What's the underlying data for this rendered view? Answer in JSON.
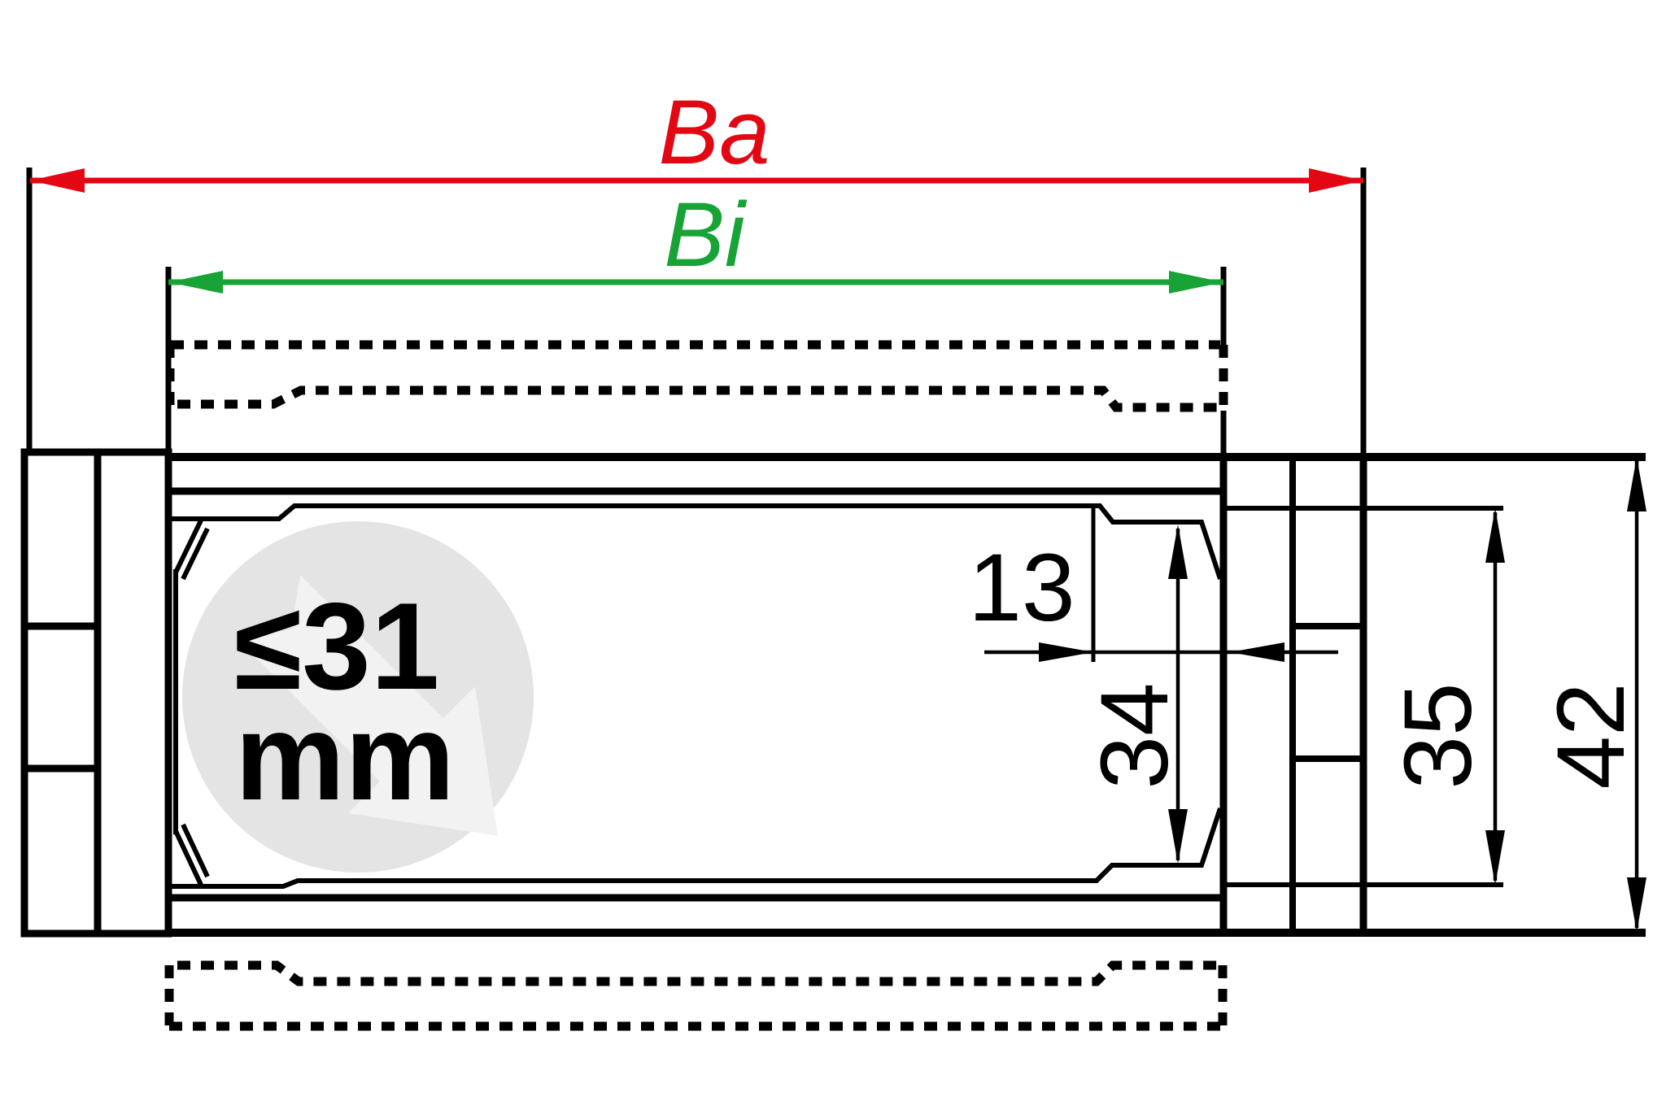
{
  "drawing": {
    "kind": "cable-carrier cross-section",
    "dimensions": {
      "outer_width": {
        "label": "Ba",
        "color": "#E30613"
      },
      "inner_width": {
        "label": "Bi",
        "color": "#18A336"
      },
      "opening_width": {
        "label": "13"
      },
      "inner_height": {
        "label": "34"
      },
      "side_height": {
        "label": "35"
      },
      "outer_height": {
        "label": "42"
      }
    },
    "watermark": {
      "line1": "≤31",
      "line2": "mm"
    },
    "palette": {
      "line": "#000000",
      "background": "#ffffff",
      "watermark_circle": "#e4e4e4",
      "watermark_arrow": "#f2f2f2"
    }
  }
}
